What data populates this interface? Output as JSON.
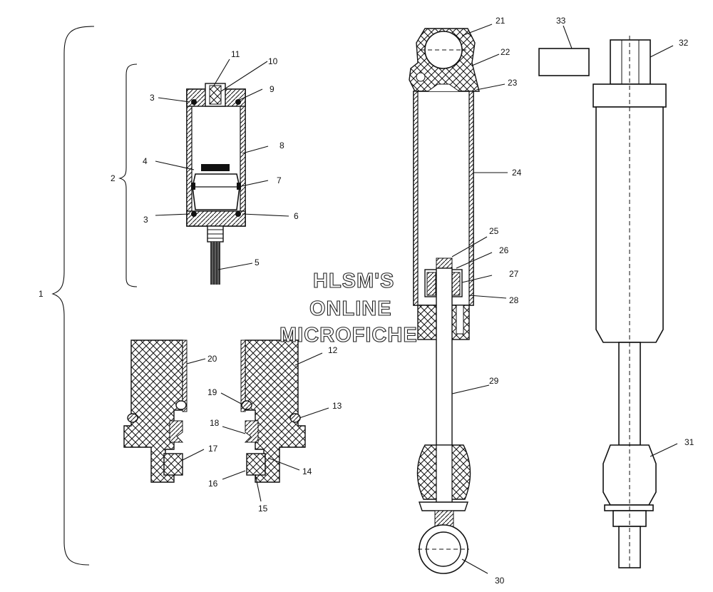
{
  "watermark": {
    "line1": "HLSM'S",
    "line2": "ONLINE",
    "line3": "MICROFICHE"
  },
  "callouts": {
    "c1": "1",
    "c2": "2",
    "c3a": "3",
    "c3b": "3",
    "c4": "4",
    "c5": "5",
    "c6": "6",
    "c7": "7",
    "c8": "8",
    "c9": "9",
    "c10": "10",
    "c11": "11",
    "c12": "12",
    "c13": "13",
    "c14": "14",
    "c15": "15",
    "c16": "16",
    "c17": "17",
    "c18": "18",
    "c19": "19",
    "c20": "20",
    "c21": "21",
    "c22": "22",
    "c23": "23",
    "c24": "24",
    "c25": "25",
    "c26": "26",
    "c27": "27",
    "c28": "28",
    "c29": "29",
    "c30": "30",
    "c31": "31",
    "c32": "32",
    "c33": "33"
  }
}
